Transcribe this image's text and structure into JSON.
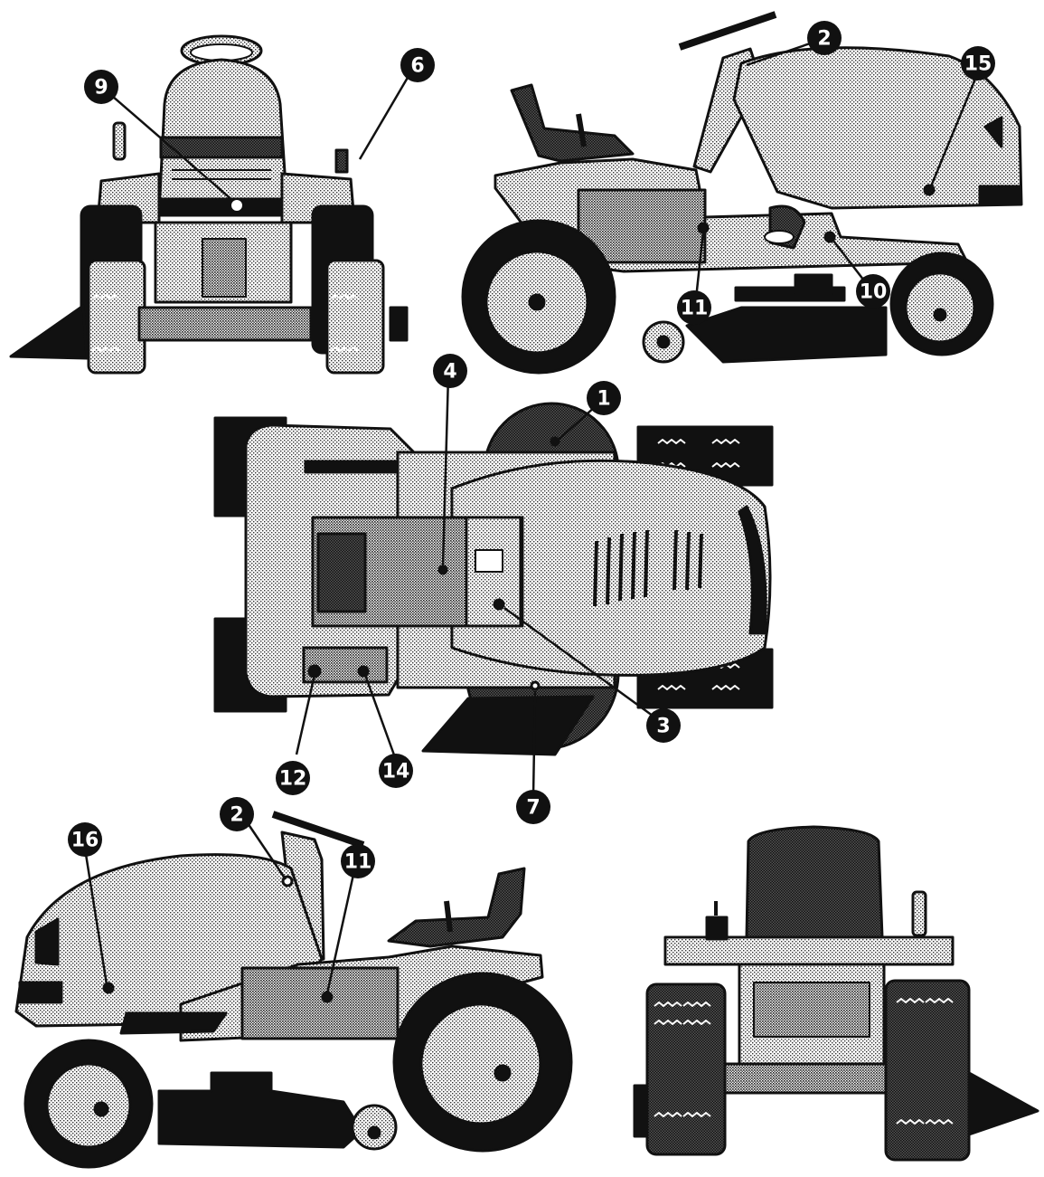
{
  "diagram": {
    "colors": {
      "ink": "#111111",
      "paper": "#ffffff",
      "light_stipple": "#c8c8c8",
      "mid_stipple": "#9a9a9a",
      "dark_stipple": "#5a5a5a"
    },
    "views": [
      {
        "id": "front-view"
      },
      {
        "id": "right-side-view"
      },
      {
        "id": "top-view"
      },
      {
        "id": "left-side-view"
      },
      {
        "id": "rear-view"
      }
    ],
    "callouts": [
      {
        "id": "callout-9",
        "label": "9"
      },
      {
        "id": "callout-6",
        "label": "6"
      },
      {
        "id": "callout-2-right",
        "label": "2"
      },
      {
        "id": "callout-15",
        "label": "15"
      },
      {
        "id": "callout-11-right",
        "label": "11"
      },
      {
        "id": "callout-10",
        "label": "10"
      },
      {
        "id": "callout-4",
        "label": "4"
      },
      {
        "id": "callout-1",
        "label": "1"
      },
      {
        "id": "callout-3",
        "label": "3"
      },
      {
        "id": "callout-12",
        "label": "12"
      },
      {
        "id": "callout-14",
        "label": "14"
      },
      {
        "id": "callout-7",
        "label": "7"
      },
      {
        "id": "callout-2-left",
        "label": "2"
      },
      {
        "id": "callout-16",
        "label": "16"
      },
      {
        "id": "callout-11-left",
        "label": "11"
      }
    ]
  }
}
